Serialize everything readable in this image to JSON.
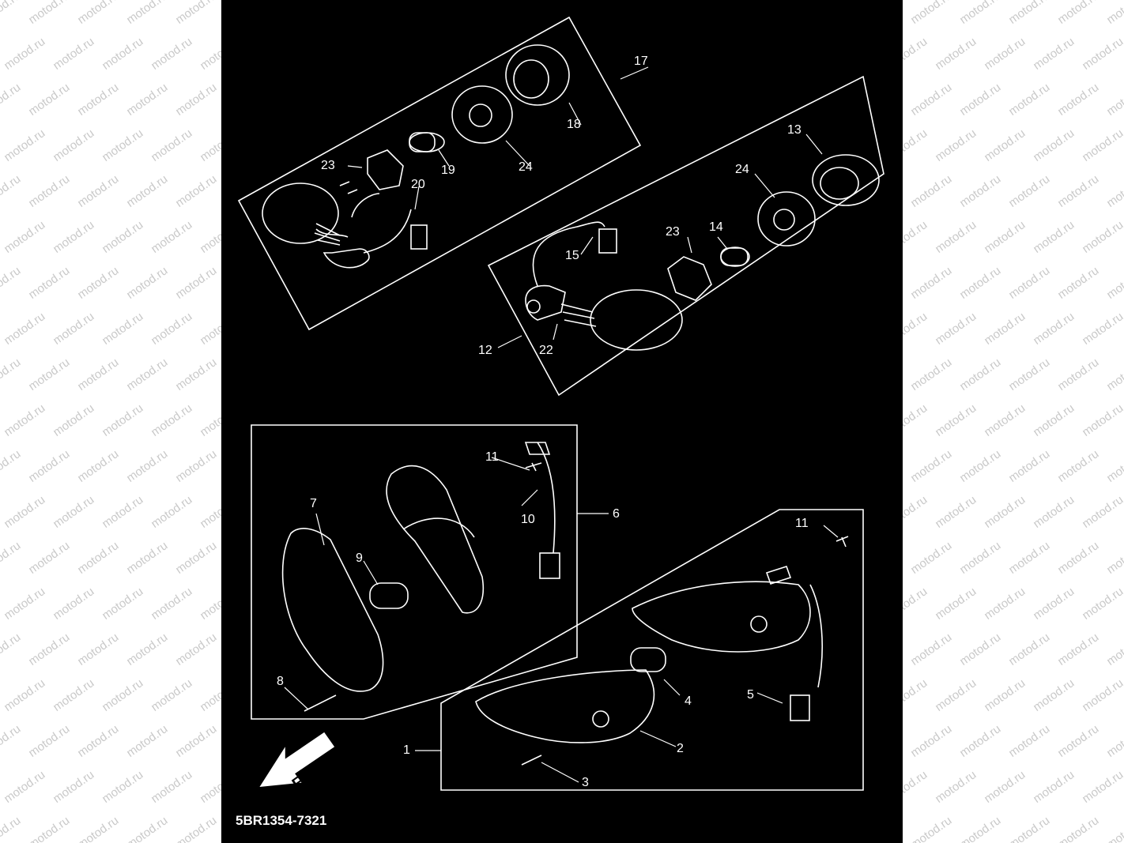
{
  "watermark": "motod.ru",
  "diagram_code": "5BR1354-7321",
  "direction_arrow": "FWD",
  "callouts": {
    "c1": "1",
    "c2": "2",
    "c3": "3",
    "c4": "4",
    "c5": "5",
    "c6": "6",
    "c7": "7",
    "c8": "8",
    "c9": "9",
    "c10": "10",
    "c11a": "11",
    "c11b": "11",
    "c12": "12",
    "c13": "13",
    "c14": "14",
    "c15": "15",
    "c17": "17",
    "c18": "18",
    "c19": "19",
    "c20": "20",
    "c22": "22",
    "c23a": "23",
    "c23b": "23",
    "c24a": "24",
    "c24b": "24"
  },
  "colors": {
    "background": "#000000",
    "line_art": "#ffffff",
    "watermark": "#c9c9c9"
  }
}
